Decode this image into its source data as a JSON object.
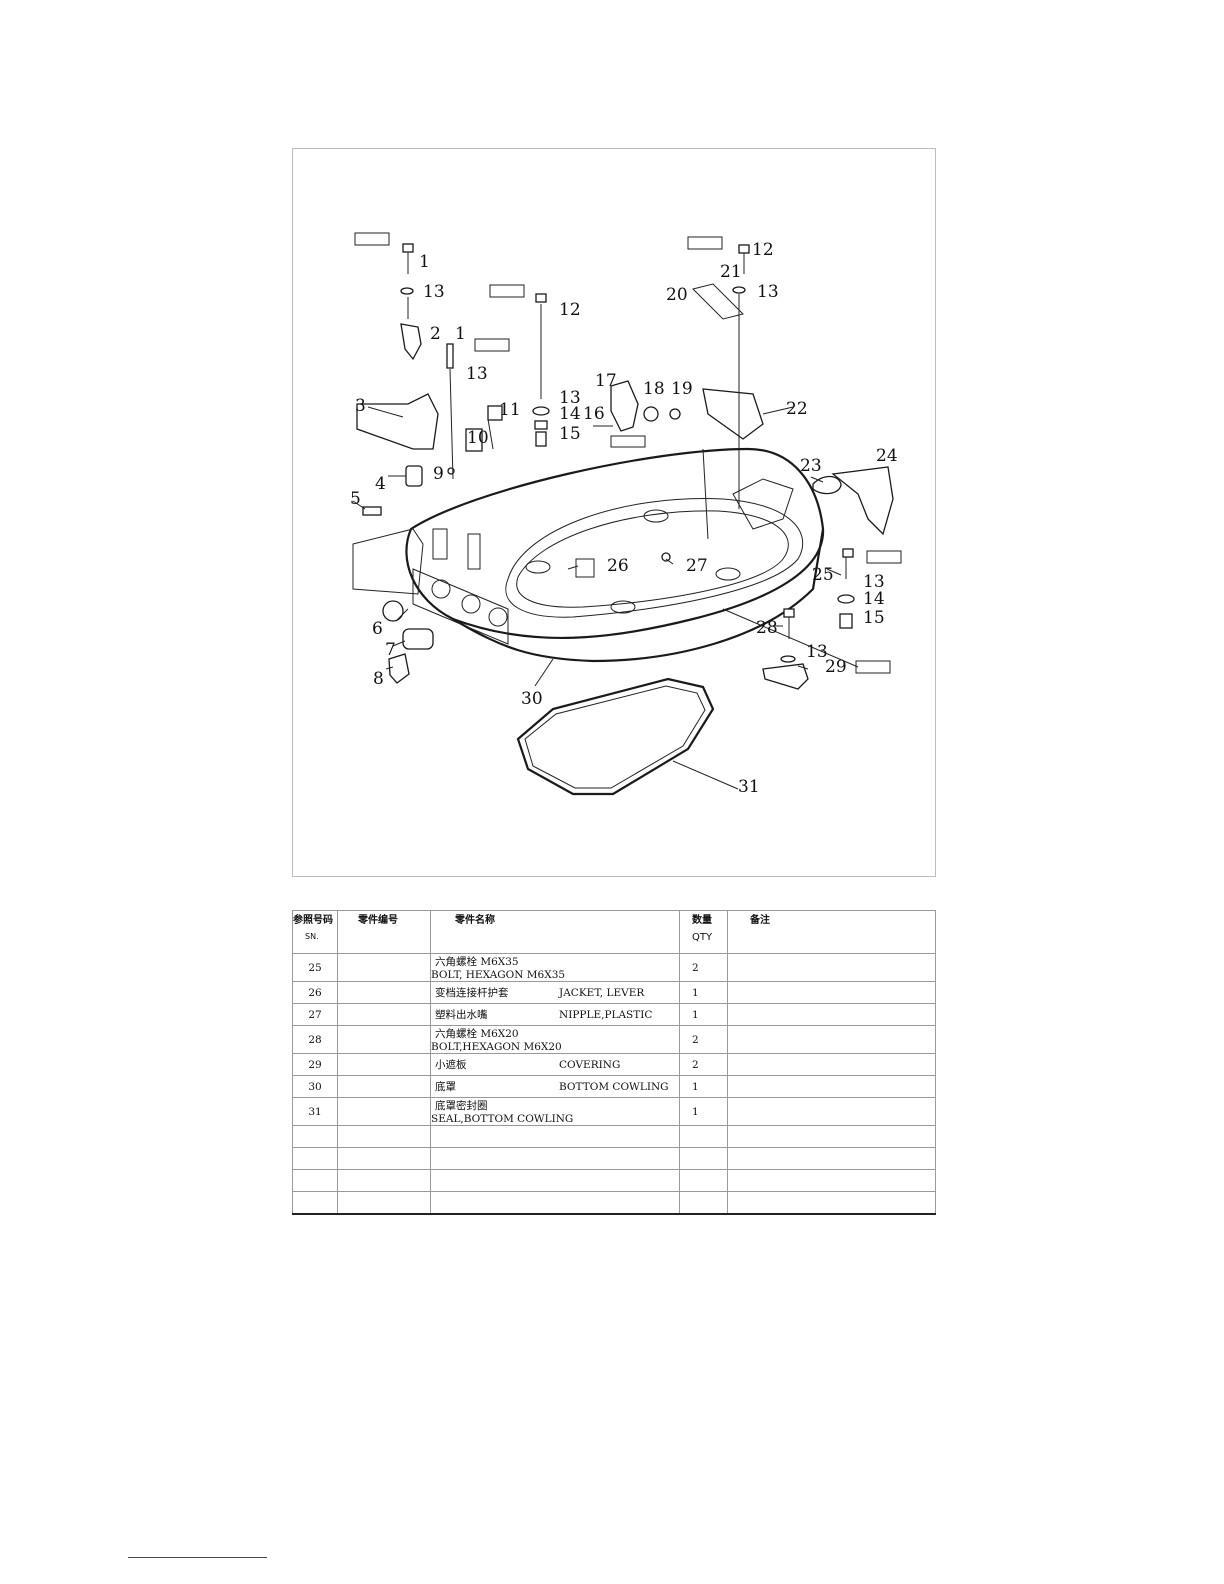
{
  "diagram": {
    "callouts": [
      "1",
      "13",
      "2",
      "1",
      "13",
      "3",
      "12",
      "13",
      "14",
      "15",
      "11",
      "10",
      "9",
      "4",
      "5",
      "17",
      "18",
      "19",
      "16",
      "12",
      "21",
      "20",
      "13",
      "22",
      "23",
      "24",
      "26",
      "27",
      "25",
      "13",
      "14",
      "15",
      "28",
      "13",
      "29",
      "6",
      "7",
      "8",
      "30",
      "31"
    ]
  },
  "table": {
    "headers": {
      "ref_code_cn": "参照号码",
      "ref_code_en": "SN.",
      "part_no_cn": "零件编号",
      "part_name_cn": "零件名称",
      "qty_cn": "数量",
      "qty_en": "QTY",
      "remarks_cn": "备注"
    },
    "rows": [
      {
        "sn": "25",
        "part_no": "",
        "name_cn": "六角螺栓 M6X35",
        "name_en": "BOLT, HEXAGON M6X35",
        "qty": "2",
        "remarks": ""
      },
      {
        "sn": "26",
        "part_no": "",
        "name_cn": "变档连接杆护套",
        "name_en": "JACKET, LEVER",
        "qty": "1",
        "remarks": ""
      },
      {
        "sn": "27",
        "part_no": "",
        "name_cn": "塑料出水嘴",
        "name_en": "NIPPLE,PLASTIC",
        "qty": "1",
        "remarks": ""
      },
      {
        "sn": "28",
        "part_no": "",
        "name_cn": "六角螺栓 M6X20",
        "name_en": "BOLT,HEXAGON M6X20",
        "qty": "2",
        "remarks": ""
      },
      {
        "sn": "29",
        "part_no": "",
        "name_cn": "小遮板",
        "name_en": "COVERING",
        "qty": "2",
        "remarks": ""
      },
      {
        "sn": "30",
        "part_no": "",
        "name_cn": "底罩",
        "name_en": "BOTTOM COWLING",
        "qty": "1",
        "remarks": ""
      },
      {
        "sn": "31",
        "part_no": "",
        "name_cn": "底罩密封圈",
        "name_en": "SEAL,BOTTOM COWLING",
        "qty": "1",
        "remarks": ""
      },
      {
        "sn": "",
        "part_no": "",
        "name_cn": "",
        "name_en": "",
        "qty": "",
        "remarks": ""
      },
      {
        "sn": "",
        "part_no": "",
        "name_cn": "",
        "name_en": "",
        "qty": "",
        "remarks": ""
      },
      {
        "sn": "",
        "part_no": "",
        "name_cn": "",
        "name_en": "",
        "qty": "",
        "remarks": ""
      },
      {
        "sn": "",
        "part_no": "",
        "name_cn": "",
        "name_en": "",
        "qty": "",
        "remarks": ""
      }
    ]
  }
}
